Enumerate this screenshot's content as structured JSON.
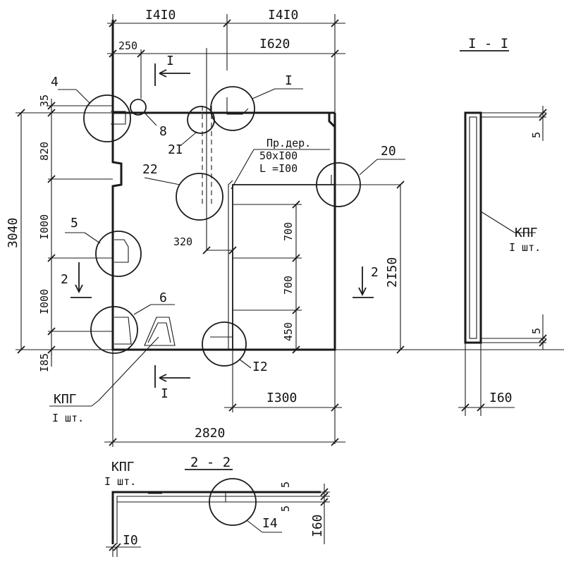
{
  "drawing": {
    "dimensions": {
      "top_left": "I4I0",
      "top_right": "I4I0",
      "top_250": "250",
      "top_1620": "I620",
      "left_35": "35",
      "left_820": "820",
      "left_1000_upper": "I000",
      "left_1000_lower": "I000",
      "left_3040": "3040",
      "left_185": "I85",
      "inner_320": "320",
      "inner_700_upper": "700",
      "inner_700_lower": "700",
      "inner_450": "450",
      "right_2150": "2I50",
      "bottom_1300": "I300",
      "bottom_2820": "2820"
    },
    "callouts": {
      "c4": "4",
      "c8": "8",
      "c21": "2I",
      "c22": "22",
      "c5": "5",
      "c6": "6",
      "c12": "I2",
      "c20": "20",
      "cI": "I",
      "c14": "I4"
    },
    "section_marks": {
      "top_I": "I",
      "bottom_I": "I",
      "left_2": "2",
      "right_2": "2"
    },
    "notes": {
      "timber_line1": "Пр.дер.",
      "timber_line2": "50xI00",
      "timber_line3": "L =I00",
      "kpg_main": "КПГ",
      "kpg_main_qty": "I шт."
    },
    "section_I": {
      "title": "I - I",
      "dim_top": "5",
      "dim_bottom": "5",
      "dim_width": "I60",
      "kpg": "КПГ",
      "kpg_qty": "I шт."
    },
    "section_2": {
      "title": "2 - 2",
      "kpg": "КПГ",
      "kpg_qty": "I шт.",
      "dim_5_upper": "5",
      "dim_5_lower": "5",
      "dim_160": "I60",
      "dim_10": "I0"
    }
  }
}
